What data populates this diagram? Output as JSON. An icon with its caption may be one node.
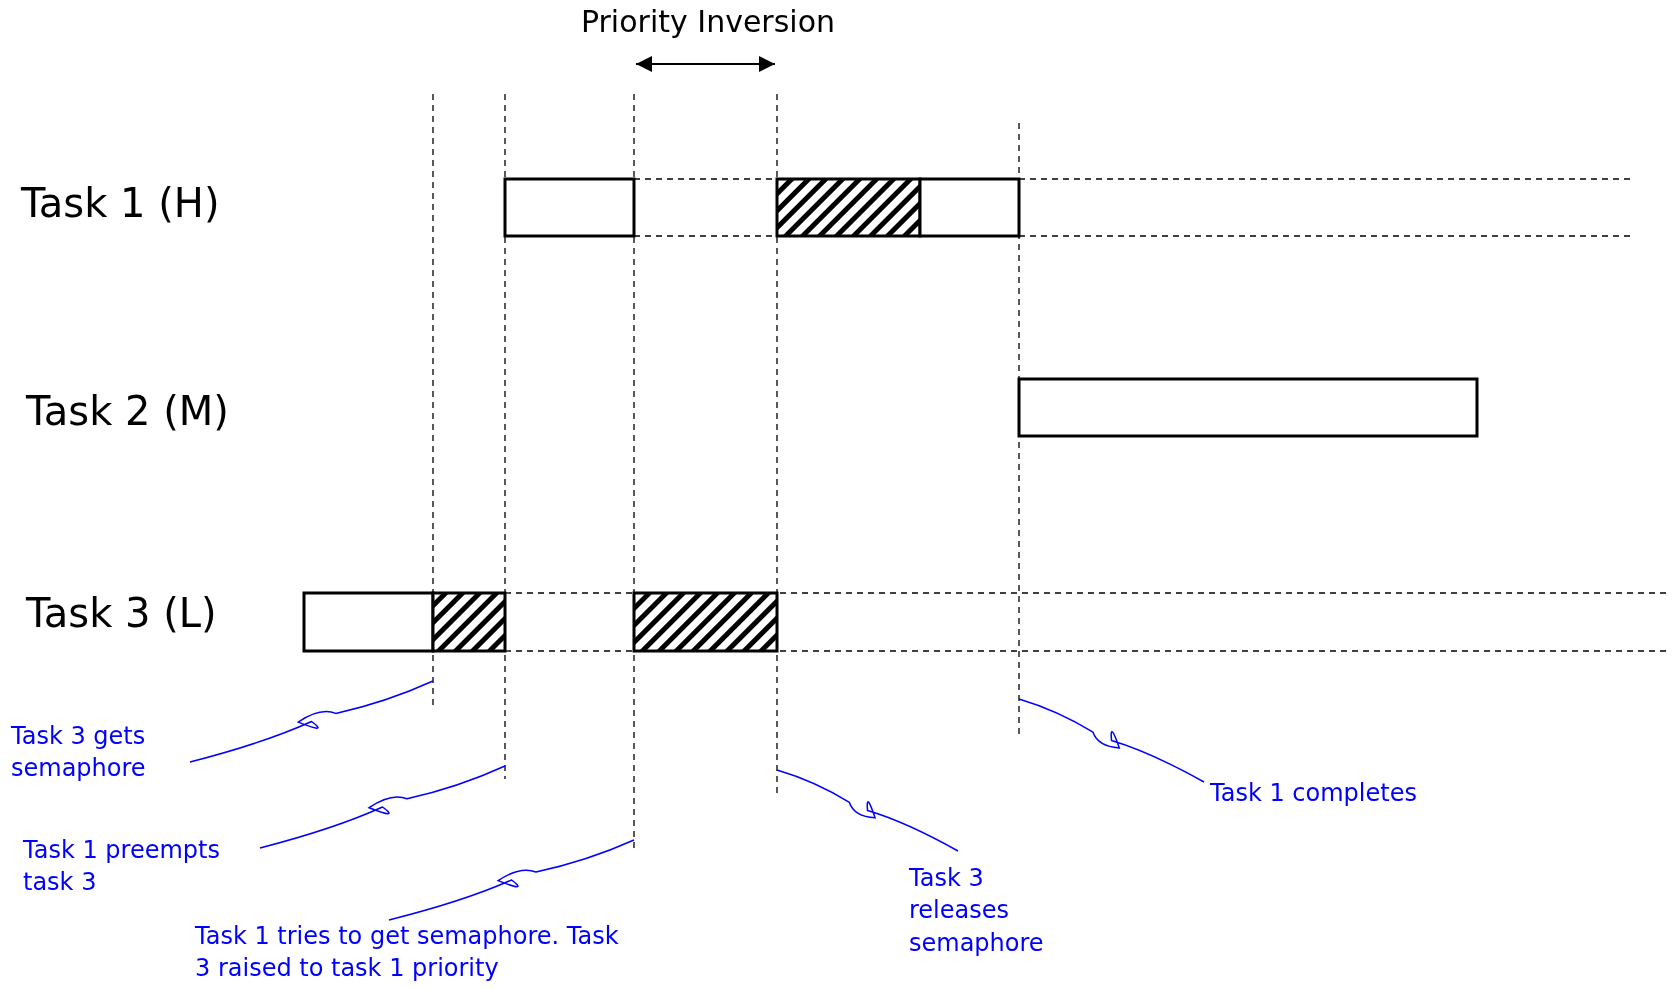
{
  "diagram": {
    "title": "Priority Inversion",
    "nodes": [
      {
        "text": [
          "Task 3 gets semaphore"
        ]
      },
      {
        "text": [
          "Task 1 preempts task 3"
        ]
      },
      {
        "text": [
          "Task 1 tries to get semaphore. Task 3 raised to task 1 priority"
        ]
      },
      {
        "text": [
          "Task 3 releases semaphore"
        ]
      },
      {
        "text": [
          "Task 1 completes"
        ]
      },
      {
        "text": [],
        "shape": "bar"
      },
      {
        "text": [],
        "shape": "bar"
      },
      {
        "text": [],
        "shape": "bar"
      },
      {
        "text": [],
        "shape": "bar"
      },
      {
        "text": [],
        "shape": "bar"
      },
      {
        "text": [],
        "shape": "bar"
      },
      {
        "text": [],
        "shape": "bar"
      }
    ],
    "edges": [
      {
        "from": 0,
        "to": null,
        "arrow": "none"
      },
      {
        "from": 1,
        "to": null,
        "arrow": "none"
      },
      {
        "from": 2,
        "to": null,
        "arrow": "none"
      },
      {
        "from": 3,
        "to": null,
        "arrow": "none"
      },
      {
        "from": 4,
        "to": null,
        "arrow": "none"
      }
    ],
    "labels": [
      "Task 1 (H)",
      "Task 2 (M)",
      "Task 3 (L)"
    ]
  }
}
